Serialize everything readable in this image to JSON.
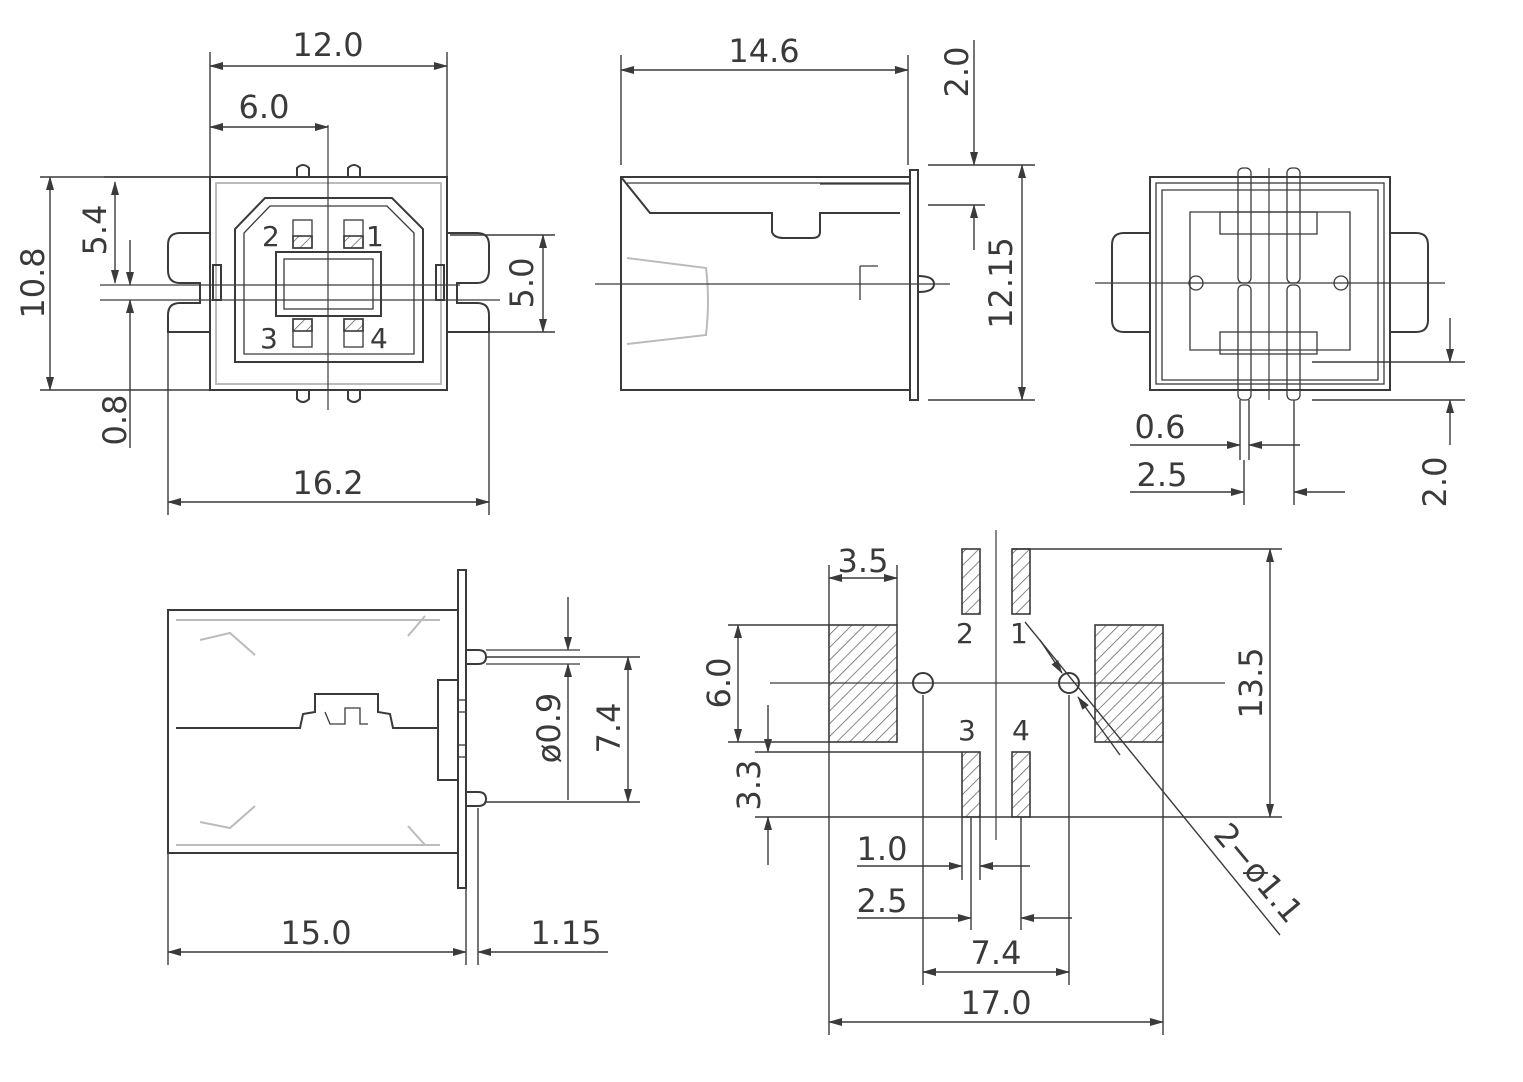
{
  "views": {
    "front": {
      "dims": {
        "width": "12.0",
        "half_width": "6.0",
        "height": "10.8",
        "upper": "5.4",
        "opening": "5.0",
        "offset": "0.8",
        "overall": "16.2"
      },
      "pins": [
        "1",
        "2",
        "3",
        "4"
      ]
    },
    "side": {
      "dims": {
        "length": "14.6",
        "flange": "2.0",
        "height": "12.15"
      }
    },
    "rear": {
      "dims": {
        "pin_width": "0.6",
        "pin_pitch": "2.5",
        "pin_tail": "2.0"
      }
    },
    "bottom": {
      "dims": {
        "length": "15.0",
        "flange": "1.15",
        "pin_dia": "ø0.9",
        "pin_span": "7.4"
      }
    },
    "footprint": {
      "dims": {
        "pad_width": "3.5",
        "pad_height": "6.0",
        "row_offset": "3.3",
        "pad_slot": "1.0",
        "pitch": "2.5",
        "hole_span": "7.4",
        "overall_width": "17.0",
        "overall_height": "13.5",
        "holes": "2−ø1.1"
      },
      "pins": [
        "1",
        "2",
        "3",
        "4"
      ]
    }
  }
}
